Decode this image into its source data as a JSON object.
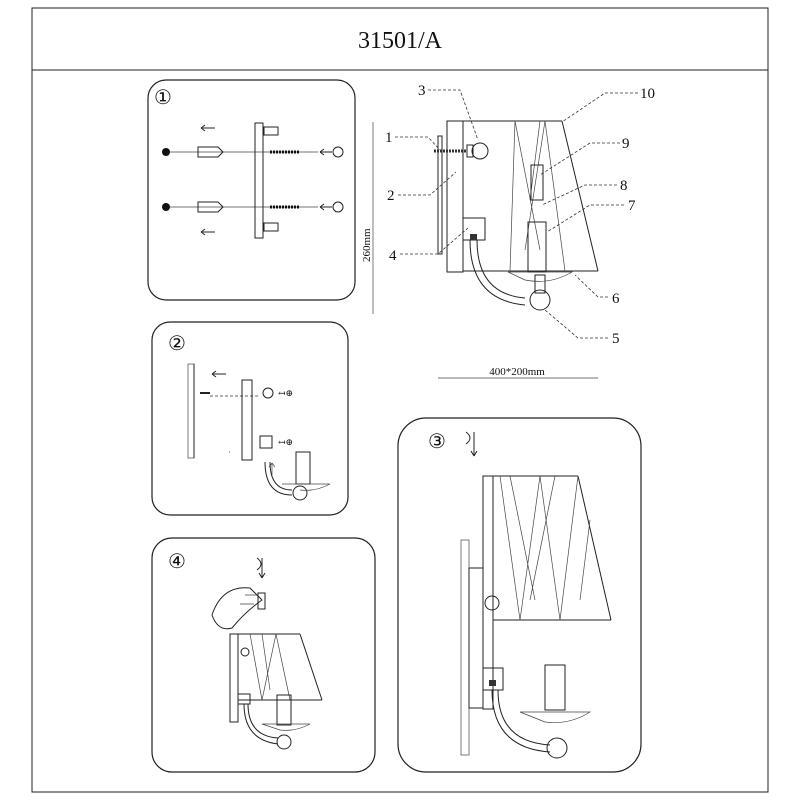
{
  "title": "31501/A",
  "callouts": [
    "1",
    "2",
    "3",
    "4",
    "5",
    "6",
    "7",
    "8",
    "9",
    "10"
  ],
  "dimensions": {
    "height": "260mm",
    "size": "400*200mm"
  },
  "steps": [
    {
      "label": "①"
    },
    {
      "label": "②"
    },
    {
      "label": "③"
    },
    {
      "label": "④"
    }
  ],
  "colors": {
    "line": "#222222",
    "background": "#ffffff"
  }
}
